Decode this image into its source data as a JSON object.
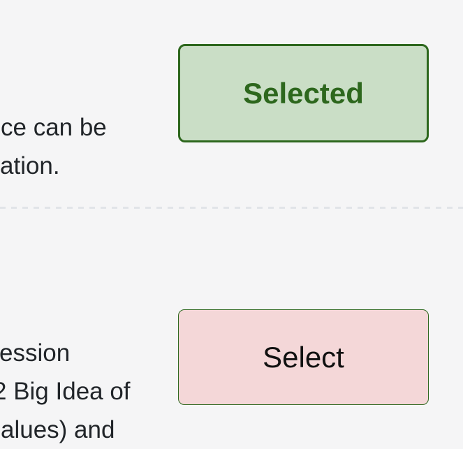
{
  "page": {
    "background_color": "#f5f5f6",
    "text_color": "#212529",
    "divider_color": "#e1e4e8"
  },
  "rows": [
    {
      "name": "option-row-1",
      "text_lines": [
        "ce can be",
        "ation."
      ],
      "button": {
        "label": "Selected",
        "state": "selected",
        "background_color": "#cadec6",
        "border_color": "#2d671d",
        "text_color": "#2d671d"
      }
    },
    {
      "name": "option-row-2",
      "text_lines": [
        "ession",
        "2 Big Idea of",
        "alues) and"
      ],
      "button": {
        "label": "Select",
        "state": "unselected",
        "background_color": "#f4d7d8",
        "border_color": "#2d671d",
        "text_color": "#111111"
      }
    }
  ]
}
